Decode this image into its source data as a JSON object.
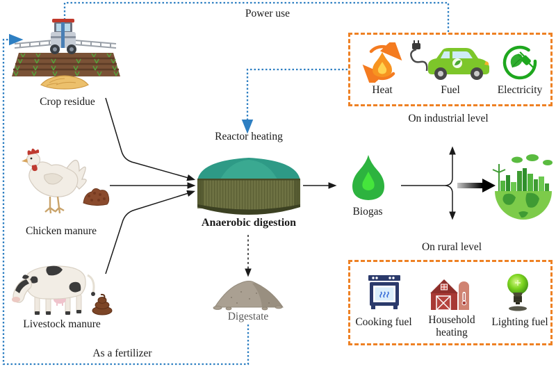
{
  "diagram": {
    "flows": {
      "power_use": "Power use",
      "reactor_heating": "Reactor heating",
      "as_a_fertilizer": "As a fertilizer"
    },
    "inputs": [
      {
        "label": "Crop residue",
        "icon": "crop-sprayer-field-icon"
      },
      {
        "label": "Chicken manure",
        "icon": "chicken-icon"
      },
      {
        "label": "Livestock manure",
        "icon": "cow-icon"
      }
    ],
    "process": {
      "label": "Anaerobic digestion",
      "byproduct": "Digestate",
      "product": "Biogas"
    },
    "industrial": {
      "title": "On industrial level",
      "items": [
        {
          "label": "Heat",
          "icon": "heat-flame-cycle-icon"
        },
        {
          "label": "Fuel",
          "icon": "electric-car-icon"
        },
        {
          "label": "Electricity",
          "icon": "plug-leaf-icon"
        }
      ]
    },
    "rural": {
      "title": "On rural level",
      "items": [
        {
          "label": "Cooking fuel",
          "icon": "stove-icon"
        },
        {
          "label": "Household heating",
          "icon": "barn-icon"
        },
        {
          "label": "Lighting fuel",
          "icon": "light-bulb-icon"
        }
      ]
    },
    "colors": {
      "flow_blue": "#2e7fc2",
      "box_orange": "#ee8124",
      "line_black": "#1a1a1a",
      "biogas_green": "#2db33f",
      "dome_teal": "#2e9a86",
      "tank_olive": "#6e7243"
    }
  }
}
